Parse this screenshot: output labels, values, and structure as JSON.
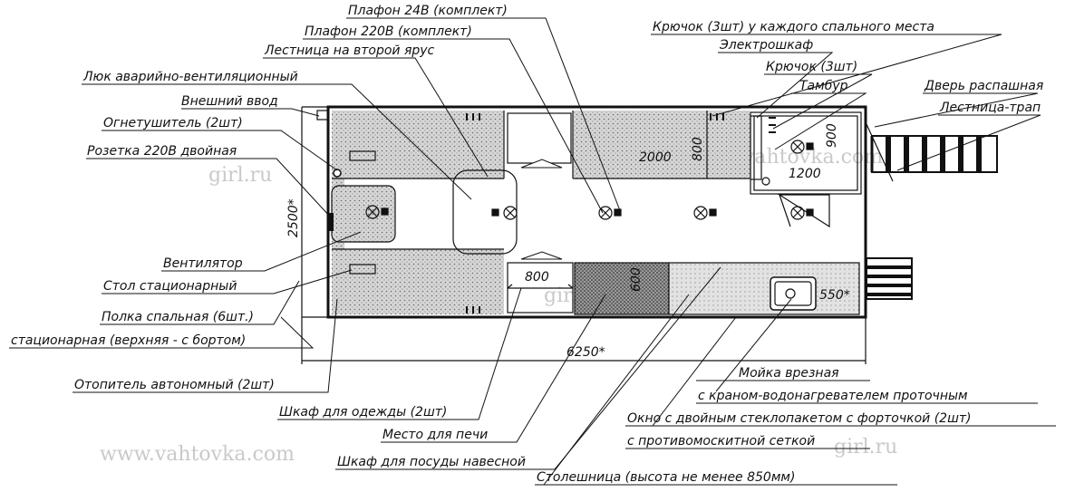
{
  "labels": {
    "plafon_24v": "Плафон 24В (комплект)",
    "plafon_220v": "Плафон 220В (комплект)",
    "ladder_second_tier": "Лестница на второй ярус",
    "hatch": "Люк аварийно-вентиляционный",
    "external_input": "Внешний ввод",
    "extinguisher": "Огнетушитель (2шт)",
    "socket": "Розетка 220В двойная",
    "fan": "Вентилятор",
    "table": "Стол стационарный",
    "shelf_1": "Полка спальная (6шт.)",
    "shelf_2": "стационарная (верхняя - с бортом)",
    "heater": "Отопитель автономный (2шт)",
    "hooks_each_bed": "Крючок (3шт) у каждого спального места",
    "el_cabinet": "Электрошкаф",
    "hook_3": "Крючок (3шт)",
    "tambur": "Тамбур",
    "door": "Дверь распашная",
    "ladder_trap": "Лестница-трап",
    "wardrobe": "Шкаф для одежды (2шт)",
    "stove_place": "Место для печи",
    "dish_cabinet": "Шкаф для посуды навесной",
    "sink_1": "Мойка врезная",
    "sink_2": "с краном-водонагревателем проточным",
    "window_1": "Окно с двойным стеклопакетом с форточкой (2шт)",
    "window_2": "с противомоскитной сеткой",
    "countertop": "Столешница (высота не менее 850мм)"
  },
  "dimensions": {
    "length": "6250*",
    "width": "2500*",
    "bed_length": "2000",
    "bed_width": "800",
    "wardrobe_width": "800",
    "cabinet_depth": "600",
    "tambur_depth": "900",
    "tambur_width": "1200",
    "sink_width": "550*"
  },
  "watermarks": {
    "main": "www.vahtovka.com",
    "ghost_1": "girl.ru",
    "ghost_2": "vahtovka.com",
    "ghost_3": "girl.ru",
    "ghost_4": "girl.ru"
  }
}
